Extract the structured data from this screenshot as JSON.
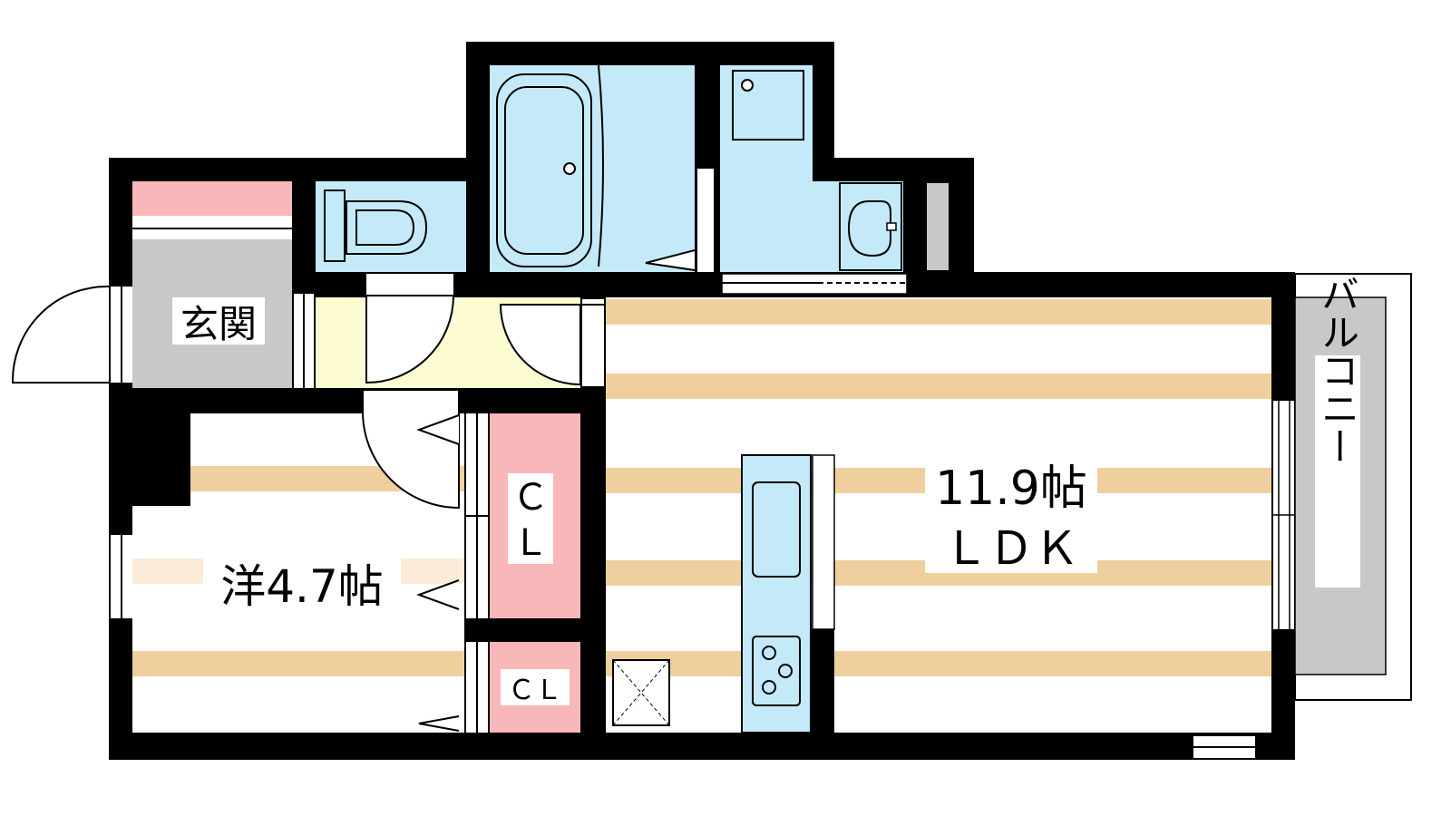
{
  "rooms": {
    "genkan": "玄関",
    "western": "洋4.7帖",
    "ldk_size": "11.9帖",
    "ldk_name": "ＬＤＫ",
    "closet_large_top": "Ｃ",
    "closet_large_bottom": "Ｌ",
    "closet_small": "ＣＬ",
    "balcony": "バルコニー"
  },
  "colors": {
    "wall": "#000000",
    "wet_area": "#c4e9f8",
    "closet": "#f8b7b8",
    "entrance": "#c8c8c8",
    "hallway": "#fdfbd2",
    "floor_stripe": "#f0cf9e",
    "floor_stripe_light": "#faecd8",
    "balcony_floor": "#c8c8c8"
  }
}
